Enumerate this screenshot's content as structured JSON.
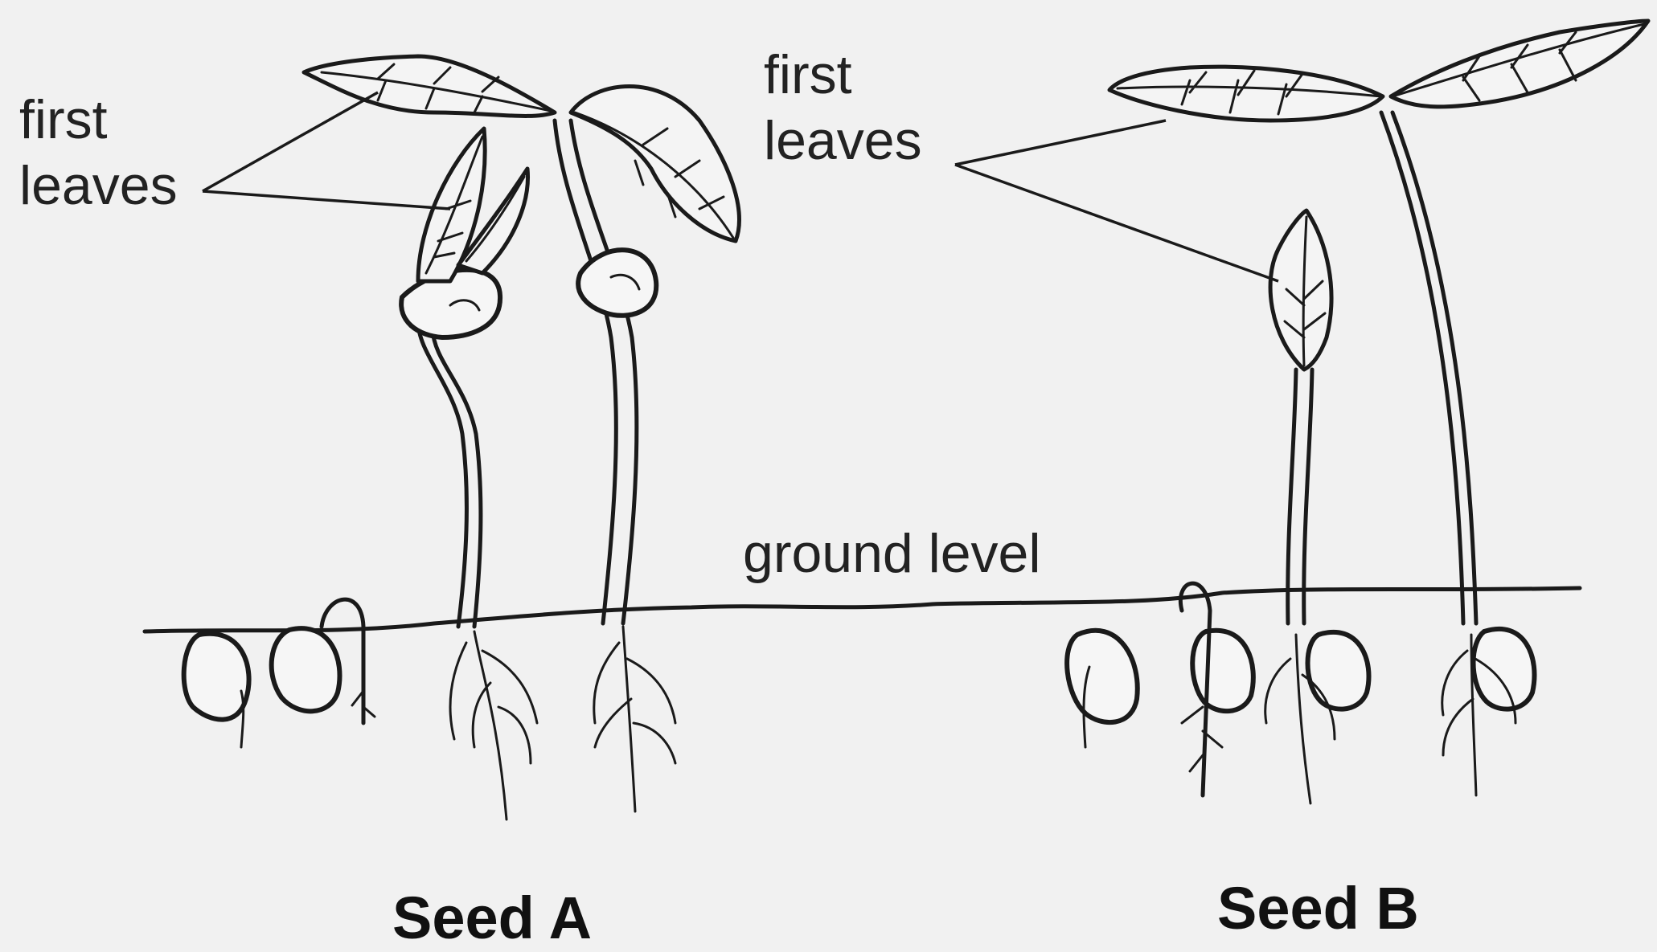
{
  "labels": {
    "first_leaves_left_line1": "first",
    "first_leaves_left_line2": "leaves",
    "first_leaves_right_line1": "first",
    "first_leaves_right_line2": "leaves",
    "ground_level": "ground level"
  },
  "captions": {
    "seed_a": "Seed A",
    "seed_b": "Seed B"
  }
}
